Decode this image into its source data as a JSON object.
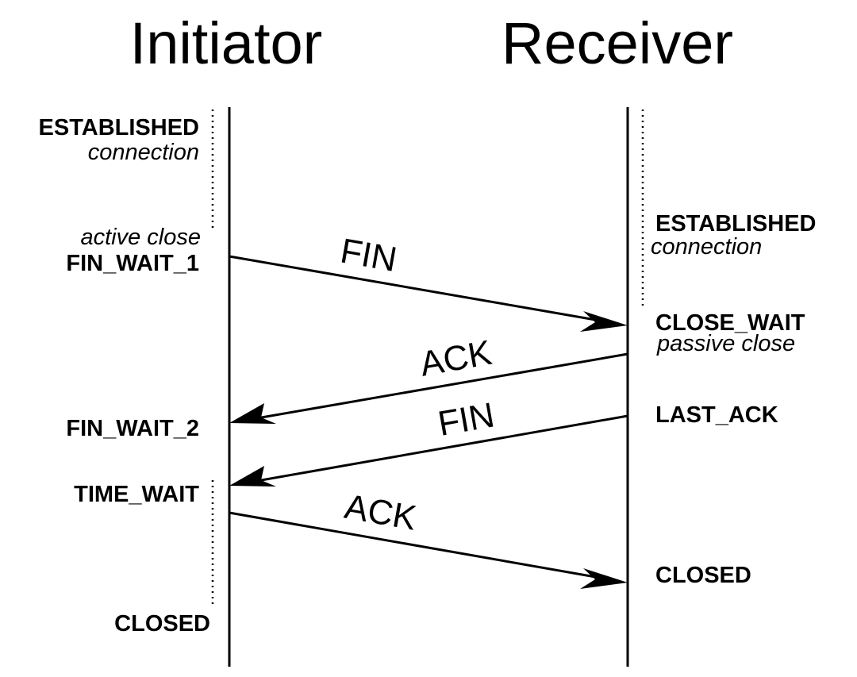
{
  "participants": {
    "initiator": "Initiator",
    "receiver": "Receiver"
  },
  "initiator_states": {
    "established": "ESTABLISHED",
    "established_note": "connection",
    "active_close": "active close",
    "fin_wait_1": "FIN_WAIT_1",
    "fin_wait_2": "FIN_WAIT_2",
    "time_wait": "TIME_WAIT",
    "closed": "CLOSED"
  },
  "receiver_states": {
    "established": "ESTABLISHED",
    "established_note": "connection",
    "close_wait": "CLOSE_WAIT",
    "passive_close": "passive close",
    "last_ack": "LAST_ACK",
    "closed": "CLOSED"
  },
  "messages": [
    "FIN",
    "ACK",
    "FIN",
    "ACK"
  ],
  "colors": {
    "line": "#000000",
    "background": "#ffffff"
  }
}
